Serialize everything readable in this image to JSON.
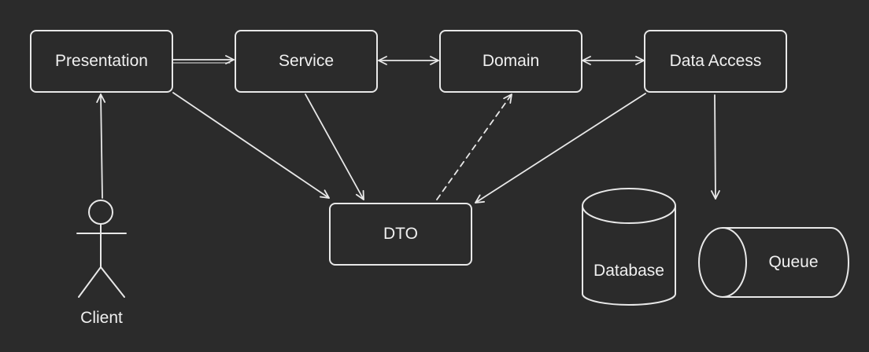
{
  "nodes": {
    "presentation": "Presentation",
    "service": "Service",
    "domain": "Domain",
    "data_access": "Data Access",
    "dto": "DTO",
    "database": "Database",
    "queue": "Queue",
    "client": "Client"
  },
  "colors": {
    "background": "#2b2b2b",
    "stroke": "#e8e8e8",
    "text": "#f0f0f0"
  }
}
